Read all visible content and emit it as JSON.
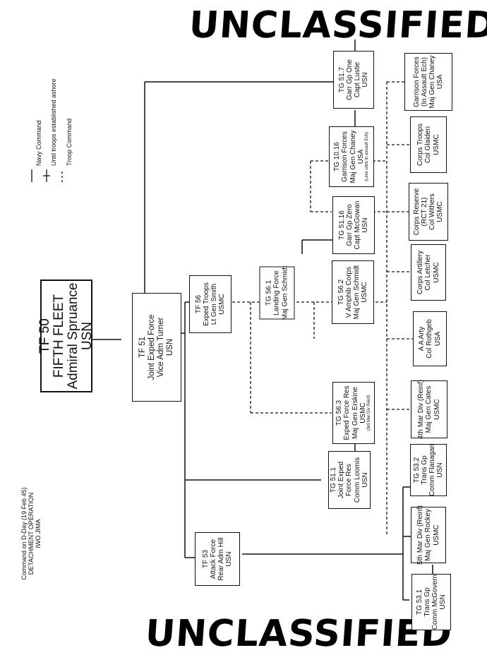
{
  "stamp": {
    "top": "UNCLASSIFIED",
    "bottom": "UNCLASSIFIED"
  },
  "legend": {
    "navy": "Navy Command",
    "until": "Until troops established ashore",
    "troop": "Troop Command"
  },
  "caption": {
    "line1": "Command on D-Day (19 Feb 45)",
    "line2": "DETACHMENT OPERATION",
    "line3": "IWO JIMA"
  },
  "units": {
    "tf50": {
      "l1": "TF 50",
      "l2": "FIFTH FLEET",
      "l3": "Admiral Spruance",
      "l4": "USN"
    },
    "tf51": {
      "l1": "TF 51",
      "l2": "Joint Exped Force",
      "l3": "Vice Adm Turner",
      "l4": "USN"
    },
    "tf56": {
      "l1": "TF 56",
      "l2": "Exped Troops",
      "l3": "Lt Gen Smith",
      "l4": "USMC"
    },
    "tg561": {
      "l1": "TG 56.1",
      "l2": "Landing Force",
      "l3": "Maj Gen Schmidt"
    },
    "tg562": {
      "l1": "TG 56.2",
      "l2": "V Amphib Corps",
      "l3": "Maj Gen Schmidt",
      "l4": "USMC"
    },
    "tg5116": {
      "l1": "TG 51.16",
      "l2": "Garr Gp Zero",
      "l3": "Capt McGowan",
      "l4": "USN"
    },
    "tg1016": {
      "l1": "TG 10.16",
      "l2": "Garrison Forces",
      "l3": "Maj Gen Chaney",
      "l4": "USA",
      "l5": "(Less units in assault Ech)"
    },
    "tg517": {
      "l1": "TG 51.7",
      "l2": "Garr Gp One",
      "l3": "Capt Lustie",
      "l4": "USN"
    },
    "tg563": {
      "l1": "TG 56.3",
      "l2": "Exped Force Res",
      "l3": "Maj Gen Erskine",
      "l4": "USMC",
      "l5": "(3rd Mar Div Reinf)"
    },
    "tg511": {
      "l1": "TG 51.1",
      "l2": "Joint Exped",
      "l3": "Force Res",
      "l4": "Comm Loomis",
      "l5": "USN"
    },
    "tf53": {
      "l1": "TF 53",
      "l2": "Attack Force",
      "l3": "Rear Adm Hill",
      "l4": "USN"
    },
    "tg531": {
      "l1": "TG 53.1",
      "l2": "Trans Gp",
      "l3": "Comm McGovern",
      "l4": "USN"
    },
    "div5": {
      "l1": "5th Mar Div (Reinf)",
      "l2": "Maj Gen Rockey",
      "l3": "USMC"
    },
    "tg532": {
      "l1": "TG 53.2",
      "l2": "Trans Gp",
      "l3": "Comm Flanagan",
      "l4": "USN"
    },
    "div4": {
      "l1": "4th Mar Div (Reinf)",
      "l2": "Maj Gen Cates",
      "l3": "USMC"
    },
    "aa": {
      "l1": "A A Arty",
      "l2": "Col Rothgeb",
      "l3": "USA"
    },
    "corpsart": {
      "l1": "Corps Artillery",
      "l2": "Col Letcher",
      "l3": "USMC"
    },
    "corpsres": {
      "l1": "Corps Reserve",
      "l2": "(RCT 21)",
      "l3": "Col Withers",
      "l4": "USMC"
    },
    "corpstr": {
      "l1": "Corps Troops",
      "l2": "Col Glaiden",
      "l3": "USMC"
    },
    "garrison": {
      "l1": "Garrison Forces",
      "l2": "(In Assault Ech)",
      "l3": "Maj Gen Chaney",
      "l4": "USA"
    }
  }
}
